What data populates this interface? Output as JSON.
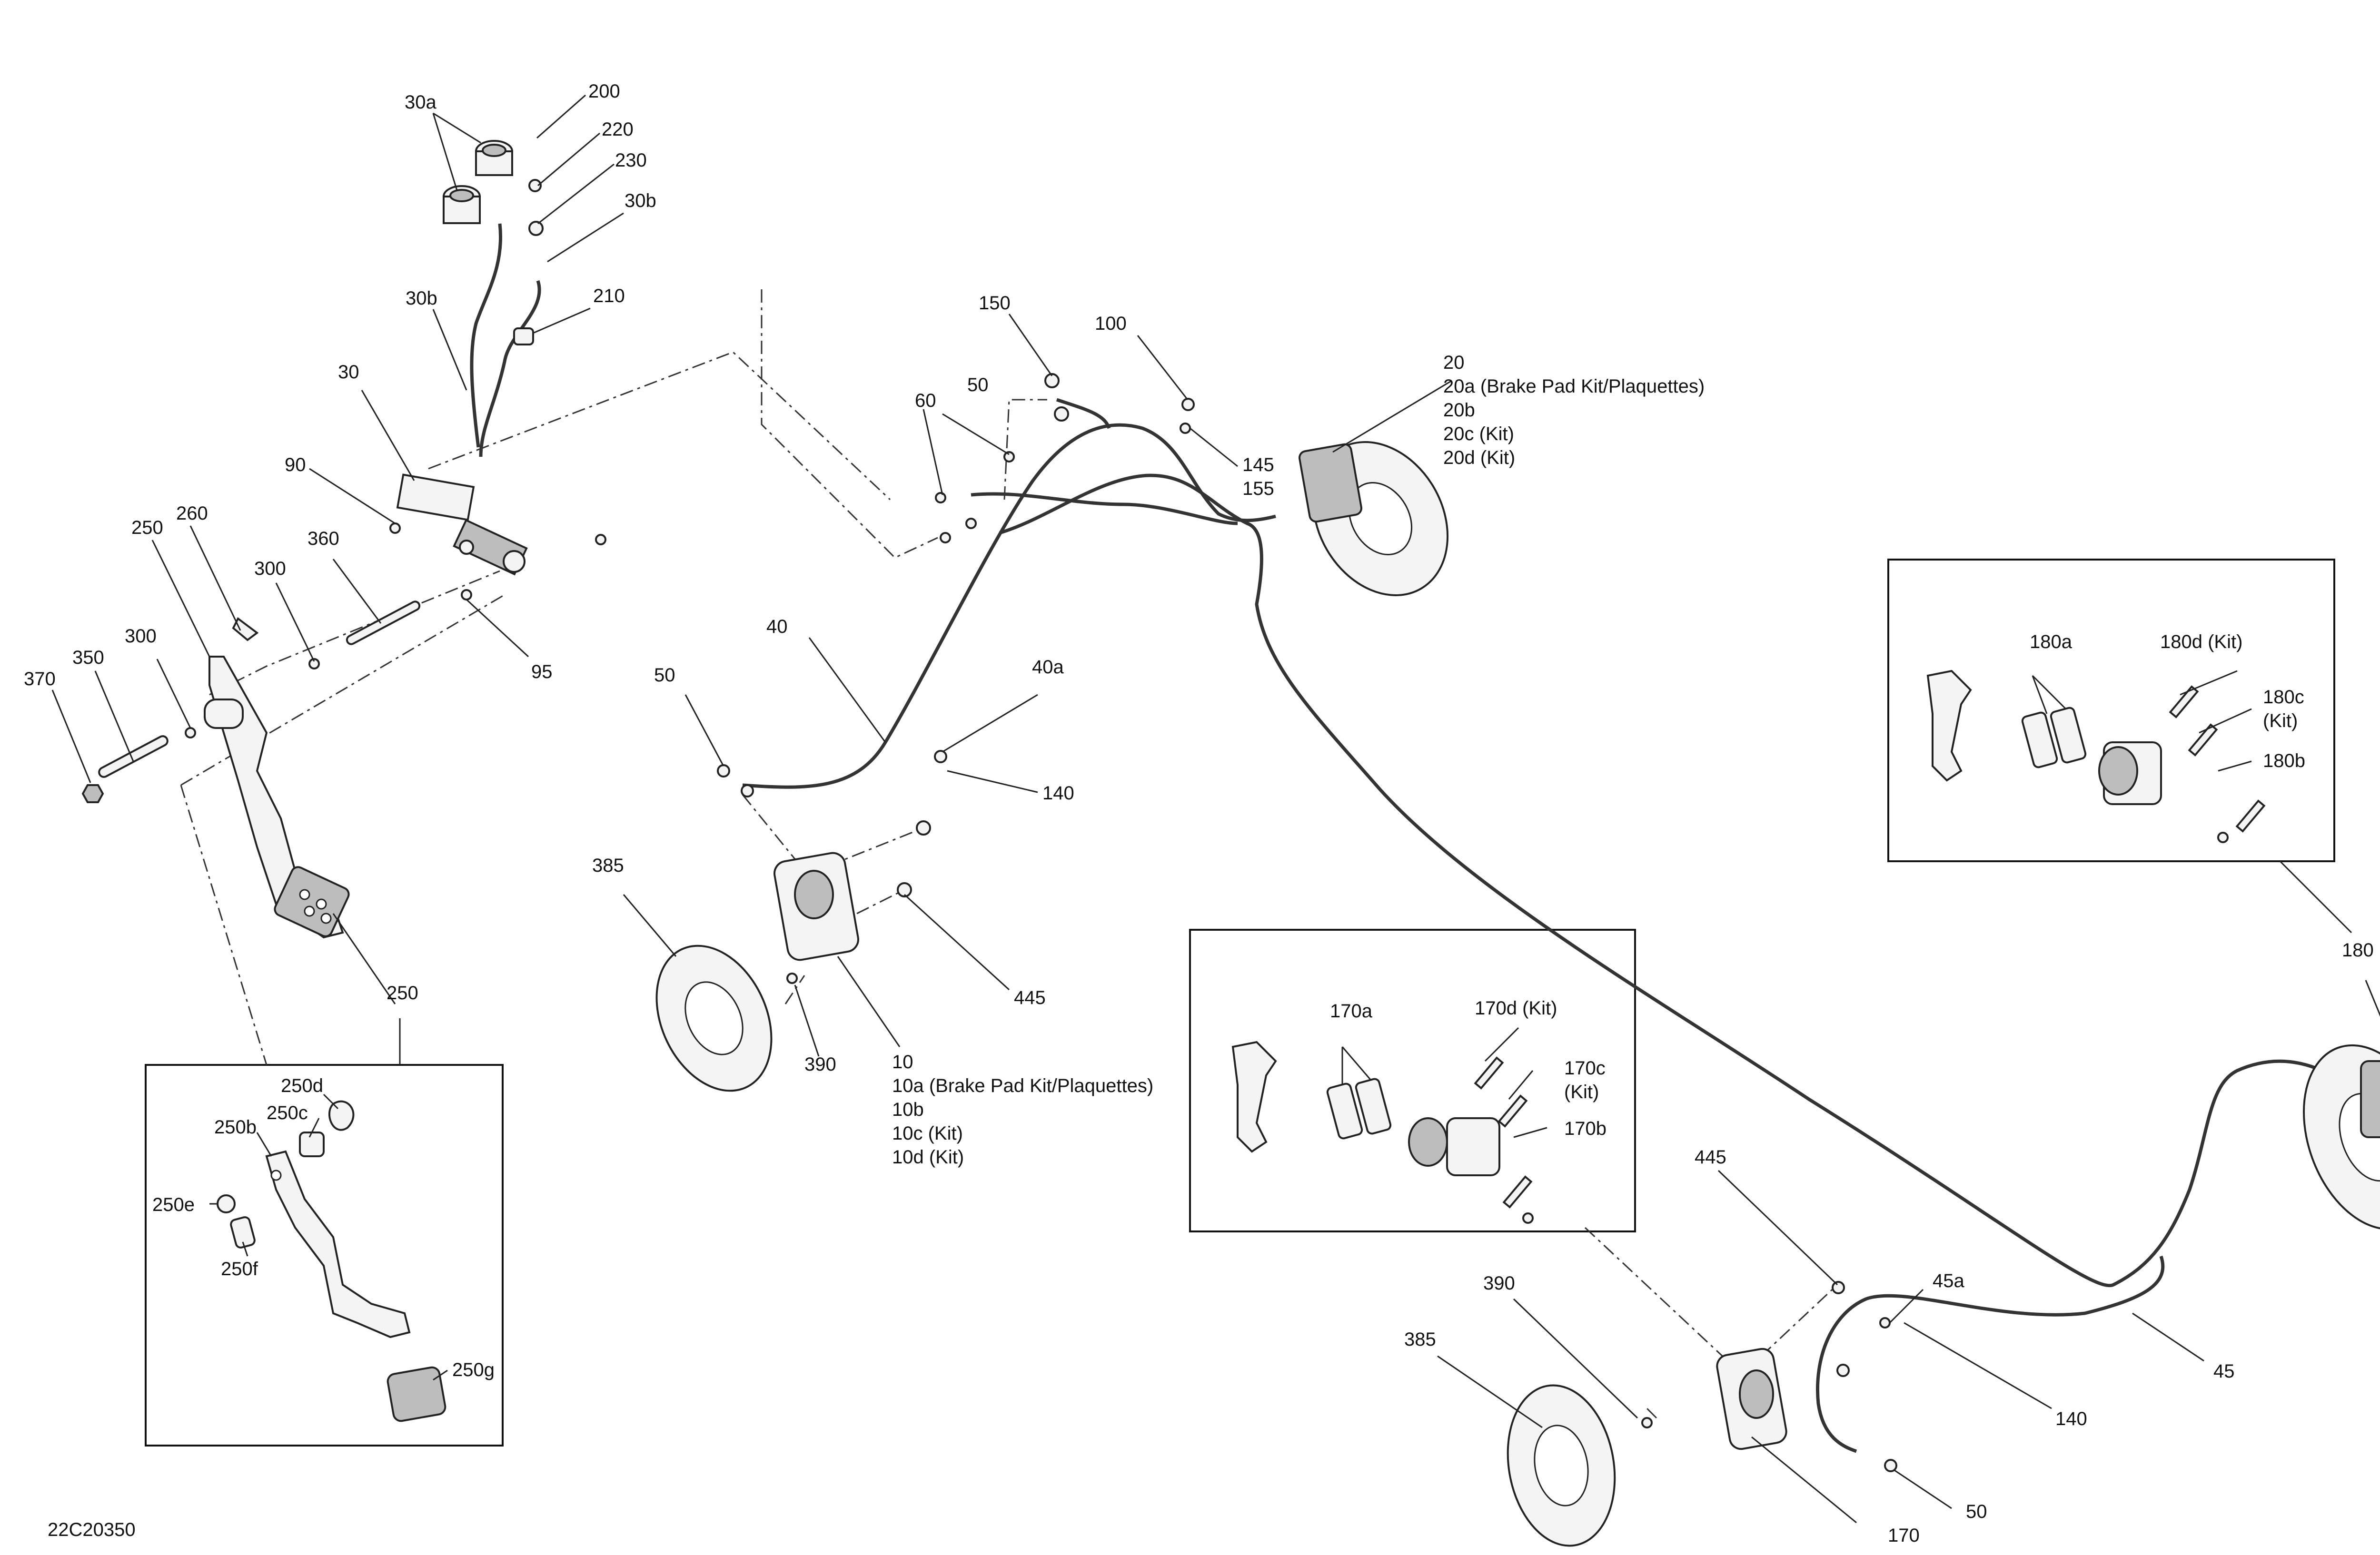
{
  "diagram_id": "22C20350",
  "callouts": {
    "c30a": "30a",
    "c200": "200",
    "c220": "220",
    "c230": "230",
    "c30b_top": "30b",
    "c30b_mid": "30b",
    "c210": "210",
    "c30": "30",
    "c90": "90",
    "c95": "95",
    "c260": "260",
    "c250_top": "250",
    "c360": "360",
    "c300_a": "300",
    "c300_b": "300",
    "c350": "350",
    "c370": "370",
    "c250_bottom": "250",
    "c150": "150",
    "c100": "100",
    "c50_top": "50",
    "c60": "60",
    "c145": "145",
    "c155": "155",
    "c20": "20",
    "c20a": "20a (Brake Pad Kit/Plaquettes)",
    "c20b": "20b",
    "c20c": "20c (Kit)",
    "c20d": "20d (Kit)",
    "c40": "40",
    "c40a": "40a",
    "c140_top": "140",
    "c50_mid": "50",
    "c385_left": "385",
    "c390_left": "390",
    "c445_left": "445",
    "c10": "10",
    "c10a": "10a (Brake Pad Kit/Plaquettes)",
    "c10b": "10b",
    "c10c": "10c (Kit)",
    "c10d": "10d (Kit)",
    "c180a": "180a",
    "c180d": "180d (Kit)",
    "c180c_1": "180c",
    "c180c_2": "(Kit)",
    "c180b": "180b",
    "c180": "180",
    "c170a": "170a",
    "c170d": "170d (Kit)",
    "c170c_1": "170c",
    "c170c_2": "(Kit)",
    "c170b": "170b",
    "c445_right": "445",
    "c45a": "45a",
    "c45": "45",
    "c140_right": "140",
    "c390_right": "390",
    "c385_right": "385",
    "c170": "170",
    "c50_bottom": "50",
    "c250d": "250d",
    "c250c": "250c",
    "c250b": "250b",
    "c250e": "250e",
    "c250f": "250f",
    "c250g": "250g"
  }
}
